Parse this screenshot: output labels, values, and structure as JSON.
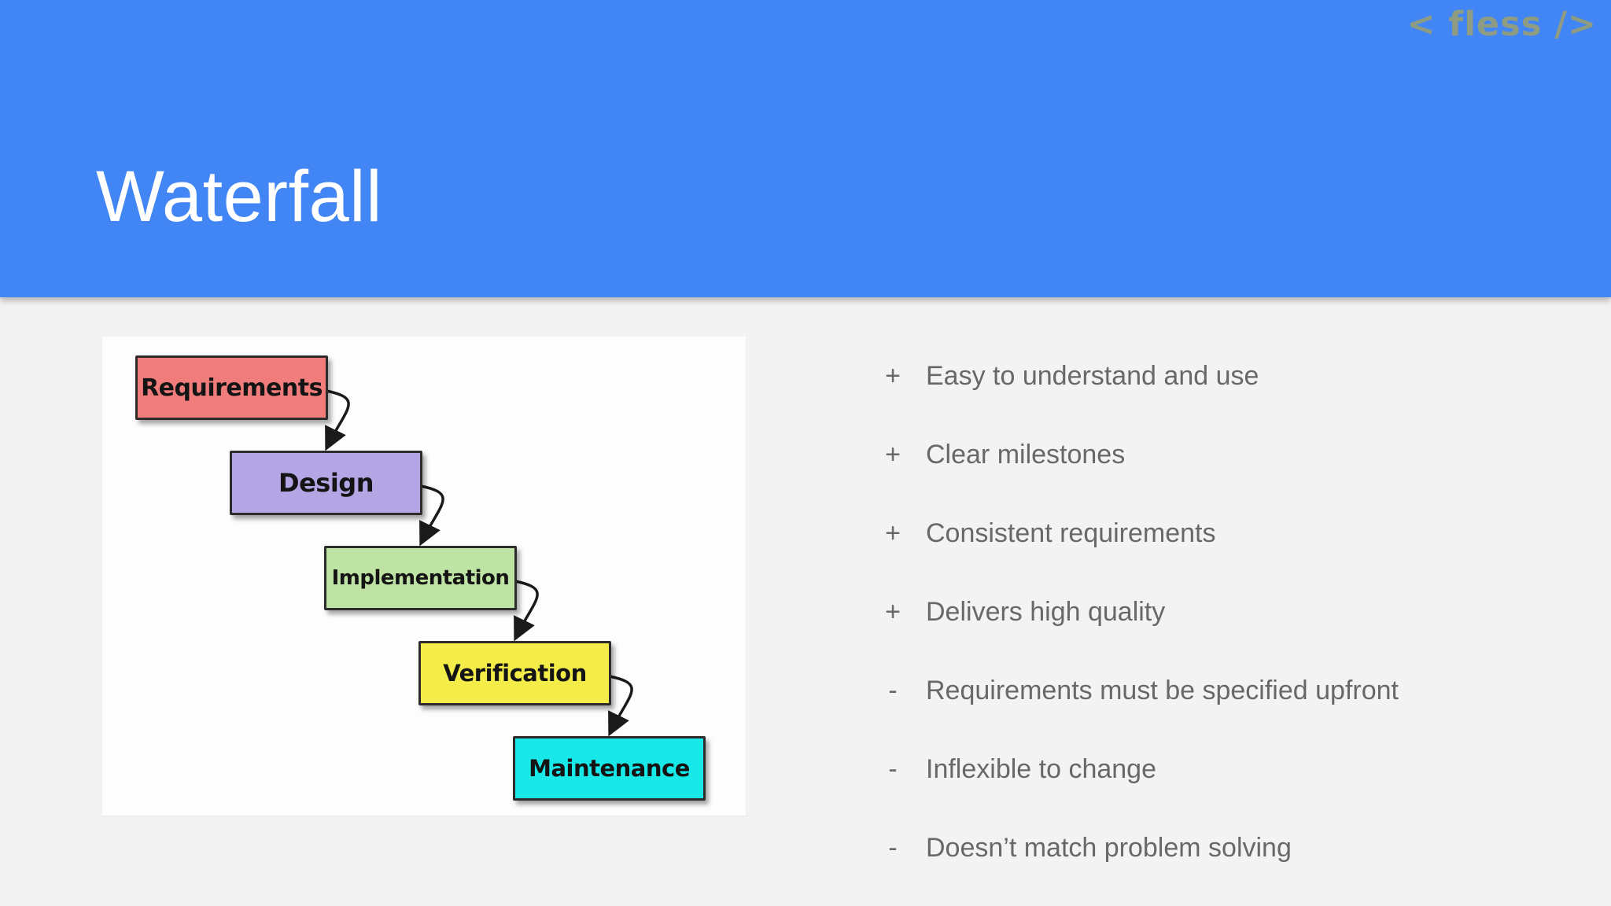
{
  "header": {
    "title": "Waterfall",
    "logo": "< fless />",
    "bg_color": "#4285f4",
    "logo_color": "#8f9c84",
    "title_color": "#ffffff"
  },
  "diagram": {
    "steps": [
      {
        "label": "Requirements",
        "color": "#f07c7c"
      },
      {
        "label": "Design",
        "color": "#b4a6e4"
      },
      {
        "label": "Implementation",
        "color": "#bfe3a4"
      },
      {
        "label": "Verification",
        "color": "#f4ed49"
      },
      {
        "label": "Maintenance",
        "color": "#18e8e8"
      },
      {
        "arrow_color": "#1a1a1a"
      }
    ]
  },
  "list": {
    "text_color": "#686868",
    "items": [
      {
        "sign": "+",
        "text": "Easy to understand and use"
      },
      {
        "sign": "+",
        "text": "Clear milestones"
      },
      {
        "sign": "+",
        "text": "Consistent requirements"
      },
      {
        "sign": "+",
        "text": "Delivers high quality"
      },
      {
        "sign": "-",
        "text": "Requirements must be specified upfront"
      },
      {
        "sign": "-",
        "text": "Inflexible to change"
      },
      {
        "sign": "-",
        "text": "Doesn’t match problem solving"
      }
    ]
  }
}
